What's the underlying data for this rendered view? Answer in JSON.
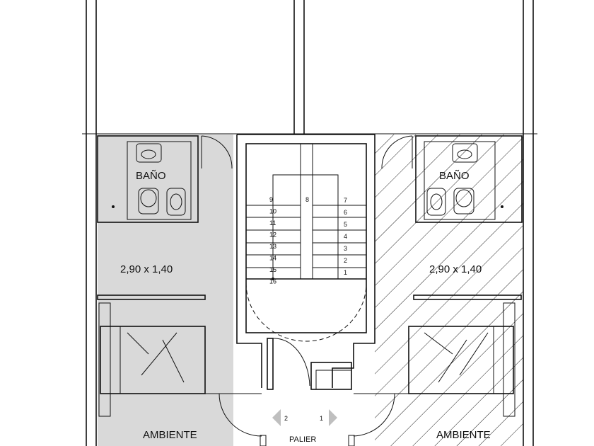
{
  "plan": {
    "left_unit": {
      "bath_label": "BAÑO",
      "dimensions": "2,90 x 1,40",
      "room_label": "AMBIENTE"
    },
    "right_unit": {
      "bath_label": "BAÑO",
      "dimensions": "2,90 x 1,40",
      "room_label": "AMBIENTE"
    },
    "landing_label": "PALIER",
    "unit_arrows": [
      {
        "label": "2",
        "direction": "left"
      },
      {
        "label": "1",
        "direction": "right"
      }
    ],
    "stair_numbers": {
      "right_flight": [
        "1",
        "2",
        "3",
        "4",
        "5",
        "6",
        "7"
      ],
      "middle": "8",
      "left_flight": [
        "9",
        "10",
        "11",
        "12",
        "13",
        "14",
        "15",
        "16"
      ]
    },
    "colors": {
      "left_unit_fill": "#d9d9d9",
      "line": "#111111",
      "arrow": "#bfbfbf"
    }
  }
}
